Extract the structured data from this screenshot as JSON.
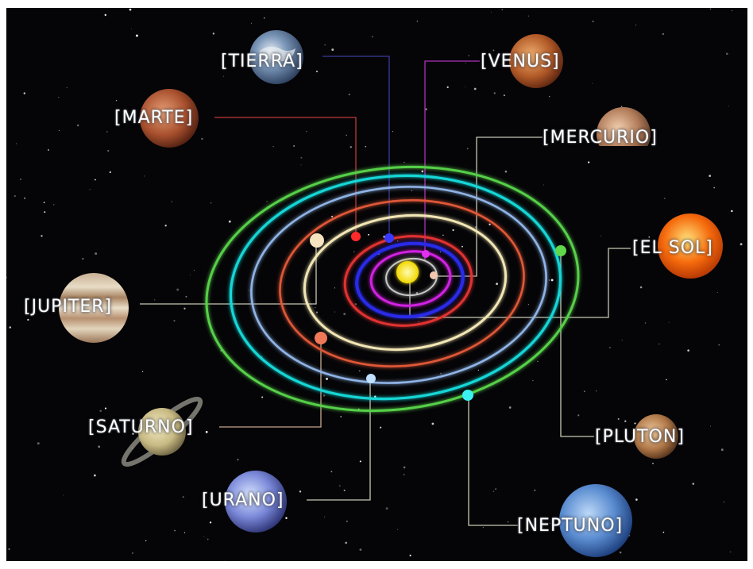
{
  "labels": {
    "tierra": "[TIERRA]",
    "venus": "[VENUS]",
    "marte": "[MARTE]",
    "mercurio": "[MERCURIO]",
    "sol": "[EL SOL]",
    "jupiter": "[JUPITER]",
    "saturno": "[SATURNO]",
    "pluton": "[PLUTON]",
    "urano": "[URANO]",
    "neptuno": "[NEPTUNO]"
  },
  "colors": {
    "background": "#050507",
    "sun": "#f4e600",
    "mercury_orbit": "#c8c8c8",
    "venus_orbit": "#d020e0",
    "earth_orbit": "#2a2ae8",
    "mars_orbit": "#e03030",
    "jupiter_orbit": "#f2e6b4",
    "saturn_orbit": "#e05838",
    "uranus_orbit": "#8fb4e6",
    "neptune_orbit": "#19d6d6",
    "pluto_orbit": "#56d048",
    "leader_line": "#c8c8b4"
  }
}
